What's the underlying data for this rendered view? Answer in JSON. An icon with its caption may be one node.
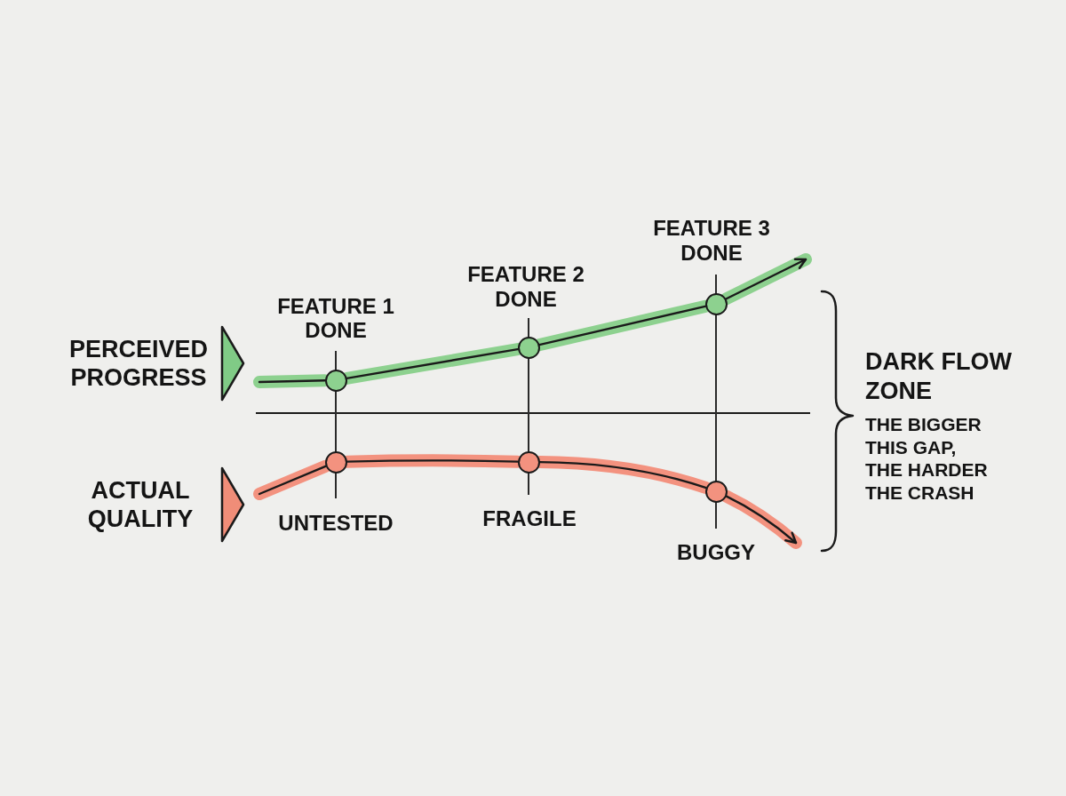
{
  "diagram": {
    "nodes": [
      {
        "text": [],
        "shape": "circle"
      },
      {
        "text": [],
        "shape": "circle"
      },
      {
        "text": [],
        "shape": "circle"
      },
      {
        "text": [],
        "shape": "circle"
      },
      {
        "text": [],
        "shape": "circle"
      },
      {
        "text": [],
        "shape": "circle"
      }
    ],
    "edges": [
      {
        "from": null,
        "to": 0,
        "arrow": "none",
        "color": "#8dd18f"
      },
      {
        "from": 0,
        "to": 1,
        "arrow": "none",
        "color": "#8dd18f"
      },
      {
        "from": 1,
        "to": 2,
        "arrow": "none",
        "color": "#8dd18f"
      },
      {
        "from": 2,
        "to": null,
        "arrow": "to",
        "color": "#8dd18f"
      },
      {
        "from": null,
        "to": 3,
        "arrow": "none",
        "color": "#f3927f"
      },
      {
        "from": 3,
        "to": 4,
        "arrow": "none",
        "color": "#f3927f"
      },
      {
        "from": 4,
        "to": 5,
        "arrow": "none",
        "color": "#f3927f"
      },
      {
        "from": 5,
        "to": null,
        "arrow": "to",
        "color": "#f3927f"
      }
    ],
    "labels": [
      "PERCEIVED PROGRESS",
      "ACTUAL QUALITY",
      "FEATURE 1 DONE",
      "FEATURE 2 DONE",
      "FEATURE 3 DONE",
      "UNTESTED",
      "FRAGILE",
      "BUGGY",
      "DARK FLOW ZONE",
      "THE BIGGER THIS GAP, THE HARDER THE CRASH"
    ]
  }
}
